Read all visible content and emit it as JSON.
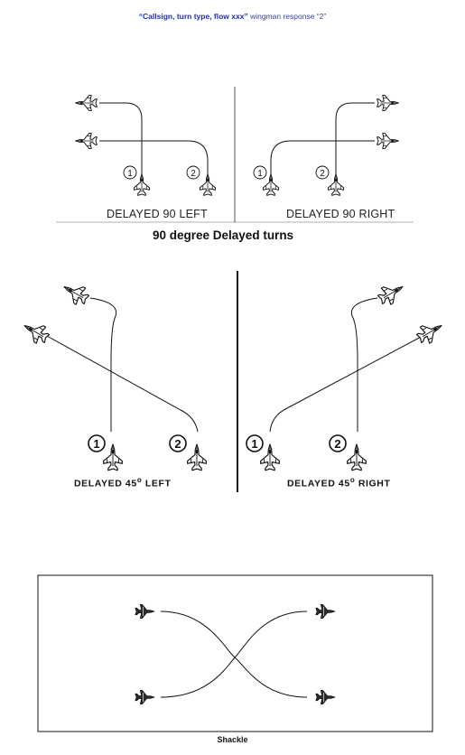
{
  "header": {
    "quote": "“Callsign, turn type, flow xxx”",
    "response": " wingman response “2”"
  },
  "panel90": {
    "left_label": "DELAYED 90 LEFT",
    "right_label": "DELAYED 90 RIGHT",
    "title": "90 degree Delayed turns",
    "markers": [
      "1",
      "2"
    ]
  },
  "panel45": {
    "left_prefix": "DELAYED 45",
    "left_suffix": " LEFT",
    "right_prefix": "DELAYED 45",
    "right_suffix": " RIGHT",
    "degree": "o",
    "markers": [
      "1",
      "2"
    ]
  },
  "shackle": {
    "caption": "Shackle"
  },
  "icons": {
    "aircraft": "fighter-jet-icon",
    "marker": "numbered-circle-icon"
  },
  "colors": {
    "header_text": "#1f2fb5",
    "lines": "#111111",
    "divider": "#555555"
  }
}
